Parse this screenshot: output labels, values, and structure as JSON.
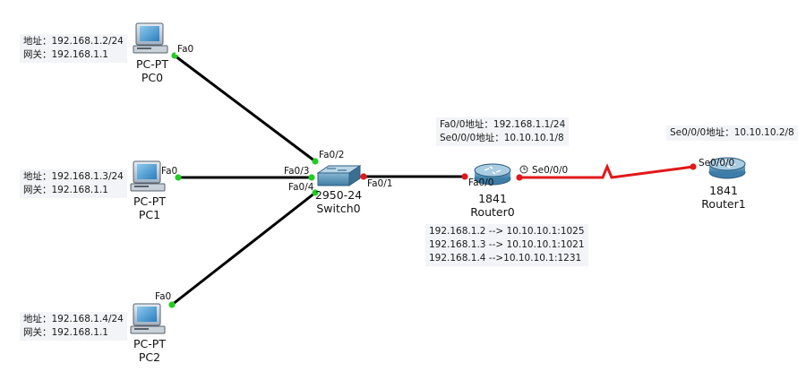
{
  "devices": {
    "pc0": {
      "model": "PC-PT",
      "name": "PC0",
      "port": "Fa0",
      "note": [
        "地址：192.168.1.2/24",
        "网关：192.168.1.1"
      ]
    },
    "pc1": {
      "model": "PC-PT",
      "name": "PC1",
      "port": "Fa0",
      "note": [
        "地址：192.168.1.3/24",
        "网关：192.168.1.1"
      ]
    },
    "pc2": {
      "model": "PC-PT",
      "name": "PC2",
      "port": "Fa0",
      "note": [
        "地址：192.168.1.4/24",
        "网关：192.168.1.1"
      ]
    },
    "switch0": {
      "model": "2950-24",
      "name": "Switch0",
      "ports": {
        "to_pc0": "Fa0/2",
        "to_pc1": "Fa0/3",
        "to_pc2": "Fa0/4",
        "to_router0": "Fa0/1"
      }
    },
    "router0": {
      "model": "1841",
      "name": "Router0",
      "ports": {
        "lan": "Fa0/0",
        "wan": "Se0/0/0"
      },
      "note": [
        "Fa0/0地址：192.168.1.1/24",
        "Se0/0/0地址：10.10.10.1/8"
      ],
      "nat_note": [
        "192.168.1.2 --> 10.10.10.1:1025",
        "192.168.1.3 --> 10.10.10.1:1021",
        "192.168.1.4 -->10.10.10.1:1231"
      ]
    },
    "router1": {
      "model": "1841",
      "name": "Router1",
      "ports": {
        "wan": "Se0/0/0"
      },
      "note": [
        "Se0/0/0地址：10.10.10.2/8"
      ]
    }
  },
  "colors": {
    "ethernet": "#000000",
    "serial": "#e0191b",
    "link_up": "#22cc22",
    "link_serial": "#e0191b",
    "note_bg": "#f2f4f7",
    "device_blue": "#4f8fb8"
  },
  "icons": {
    "pc": "computer-icon",
    "switch": "switch-icon",
    "router": "router-icon",
    "clock": "clock-icon"
  }
}
